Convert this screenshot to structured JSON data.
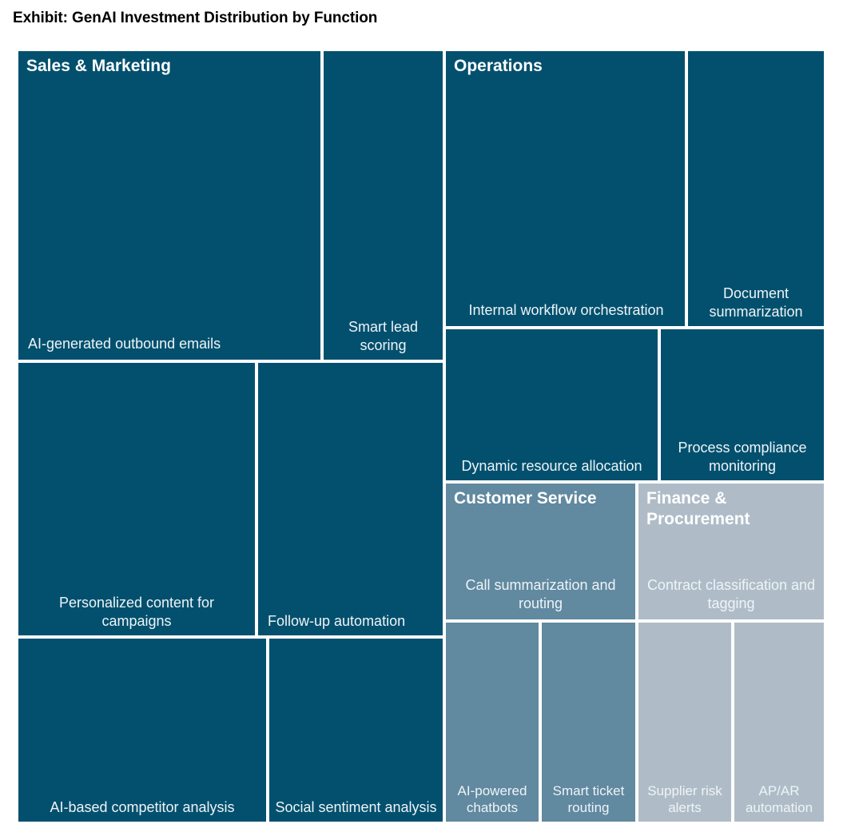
{
  "chart_title": "Exhibit: GenAI Investment Distribution by Function",
  "colors": {
    "sales_marketing": "#03506E",
    "operations": "#03506E",
    "customer_service": "#6189A0",
    "finance_procurement": "#AFBCC8",
    "label_text": "#eef4f7",
    "group_text": "#ffffff",
    "background": "#ffffff",
    "border": "#ffffff"
  },
  "chart_data": {
    "type": "treemap",
    "title": "Exhibit: GenAI Investment Distribution by Function",
    "xlabel": "",
    "ylabel": "",
    "legend": "none",
    "grid": false,
    "value_unit": "relative area share",
    "groups": [
      {
        "name": "Sales & Marketing",
        "color": "#03506E",
        "leaves": [
          {
            "label": "AI-generated outbound emails",
            "value": 28
          },
          {
            "label": "Smart lead scoring",
            "value": 10
          },
          {
            "label": "Personalized content for campaigns",
            "value": 20
          },
          {
            "label": "Follow-up automation",
            "value": 16
          },
          {
            "label": "AI-based competitor analysis",
            "value": 14
          },
          {
            "label": "Social sentiment analysis",
            "value": 12
          }
        ]
      },
      {
        "name": "Operations",
        "color": "#03506E",
        "leaves": [
          {
            "label": "Internal workflow orchestration",
            "value": 22
          },
          {
            "label": "Document summarization",
            "value": 12
          },
          {
            "label": "Dynamic resource allocation",
            "value": 11
          },
          {
            "label": "Process compliance monitoring",
            "value": 8
          }
        ]
      },
      {
        "name": "Customer Service",
        "color": "#6189A0",
        "leaves": [
          {
            "label": "Call summarization and routing",
            "value": 8
          },
          {
            "label": "AI-powered chatbots",
            "value": 5
          },
          {
            "label": "Smart ticket routing",
            "value": 5
          }
        ]
      },
      {
        "name": "Finance & Procurement",
        "color": "#AFBCC8",
        "leaves": [
          {
            "label": "Contract classification and tagging",
            "value": 7
          },
          {
            "label": "Supplier risk alerts",
            "value": 4
          },
          {
            "label": "AP/AR automation",
            "value": 4
          }
        ]
      }
    ]
  }
}
